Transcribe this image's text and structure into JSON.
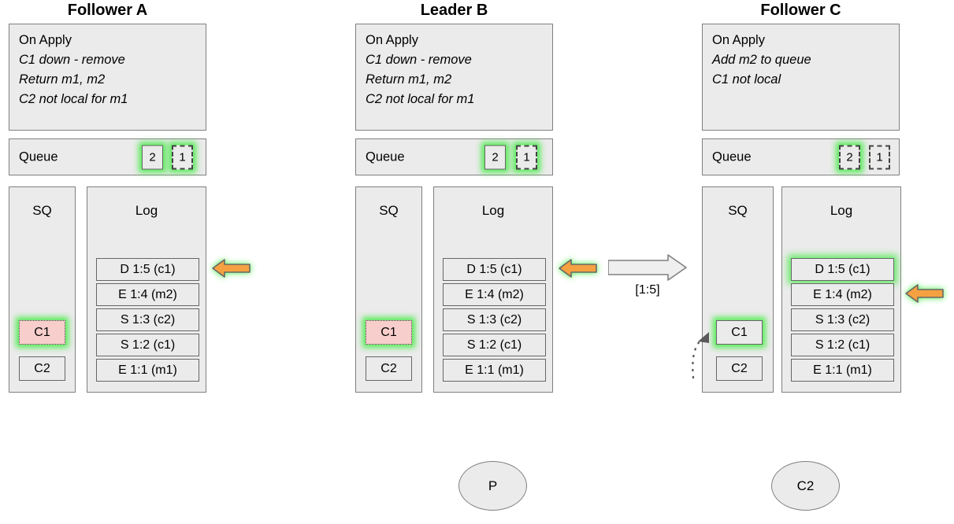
{
  "diagram": {
    "title_font_color": "#000000",
    "panel_fill": "#ebebeb",
    "panel_stroke": "#808080",
    "highlight_color": "#40eb40",
    "arrow_fill": "#f5a142",
    "arrow_stroke": "#666666",
    "pink_fill": "#f8cecc"
  },
  "columns": [
    {
      "id": "follower-a",
      "title": "Follower A",
      "on_apply": {
        "heading": "On Apply",
        "lines": [
          "C1 down - remove",
          "Return m1, m2",
          "C2 not local for m1"
        ]
      },
      "queue": {
        "label": "Queue",
        "slots": [
          {
            "value": "2",
            "style": "solid",
            "highlighted": true
          },
          {
            "value": "1",
            "style": "dashed",
            "highlighted": true
          }
        ]
      },
      "sq": {
        "title": "SQ",
        "items": [
          {
            "value": "C1",
            "style": "pink",
            "highlighted": true
          },
          {
            "value": "C2",
            "style": "plain",
            "highlighted": false
          }
        ]
      },
      "log": {
        "title": "Log",
        "entries": [
          {
            "value": "D 1:5 (c1)",
            "highlighted": false
          },
          {
            "value": "E 1:4 (m2)",
            "highlighted": false
          },
          {
            "value": "S 1:3 (c2)",
            "highlighted": false
          },
          {
            "value": "S 1:2 (c1)",
            "highlighted": false
          },
          {
            "value": "E 1:1 (m1)",
            "highlighted": false
          }
        ]
      },
      "pointer_arrow": {
        "direction": "left",
        "target_entry_index": 0
      }
    },
    {
      "id": "leader-b",
      "title": "Leader B",
      "on_apply": {
        "heading": "On Apply",
        "lines": [
          "C1 down - remove",
          "Return m1, m2",
          "C2 not local for m1"
        ]
      },
      "queue": {
        "label": "Queue",
        "slots": [
          {
            "value": "2",
            "style": "solid",
            "highlighted": true
          },
          {
            "value": "1",
            "style": "dashed",
            "highlighted": true
          }
        ]
      },
      "sq": {
        "title": "SQ",
        "items": [
          {
            "value": "C1",
            "style": "pink",
            "highlighted": true
          },
          {
            "value": "C2",
            "style": "plain",
            "highlighted": false
          }
        ]
      },
      "log": {
        "title": "Log",
        "entries": [
          {
            "value": "D 1:5 (c1)",
            "highlighted": false
          },
          {
            "value": "E 1:4 (m2)",
            "highlighted": false
          },
          {
            "value": "S 1:3 (c2)",
            "highlighted": false
          },
          {
            "value": "S 1:2 (c1)",
            "highlighted": false
          },
          {
            "value": "E 1:1 (m1)",
            "highlighted": false
          }
        ]
      },
      "pointer_arrow": {
        "direction": "left",
        "target_entry_index": 0
      }
    },
    {
      "id": "follower-c",
      "title": "Follower C",
      "on_apply": {
        "heading": "On Apply",
        "lines": [
          "Add m2 to queue",
          "C1 not local"
        ]
      },
      "queue": {
        "label": "Queue",
        "slots": [
          {
            "value": "2",
            "style": "dashed",
            "highlighted": true
          },
          {
            "value": "1",
            "style": "dashed",
            "highlighted": false
          }
        ]
      },
      "sq": {
        "title": "SQ",
        "items": [
          {
            "value": "C1",
            "style": "plain",
            "highlighted": true
          },
          {
            "value": "C2",
            "style": "plain",
            "highlighted": false
          }
        ]
      },
      "log": {
        "title": "Log",
        "entries": [
          {
            "value": "D 1:5 (c1)",
            "highlighted": true
          },
          {
            "value": "E 1:4 (m2)",
            "highlighted": false
          },
          {
            "value": "S 1:3 (c2)",
            "highlighted": false
          },
          {
            "value": "S 1:2 (c1)",
            "highlighted": false
          },
          {
            "value": "E 1:1 (m1)",
            "highlighted": false
          }
        ]
      },
      "pointer_arrow": {
        "direction": "left",
        "target_entry_index": 1
      }
    }
  ],
  "transfer": {
    "label": "[1:5]",
    "direction": "right",
    "from": "leader-b",
    "to": "follower-c"
  },
  "nodes": [
    {
      "id": "p-node",
      "label": "P"
    },
    {
      "id": "c2-node",
      "label": "C2"
    }
  ]
}
